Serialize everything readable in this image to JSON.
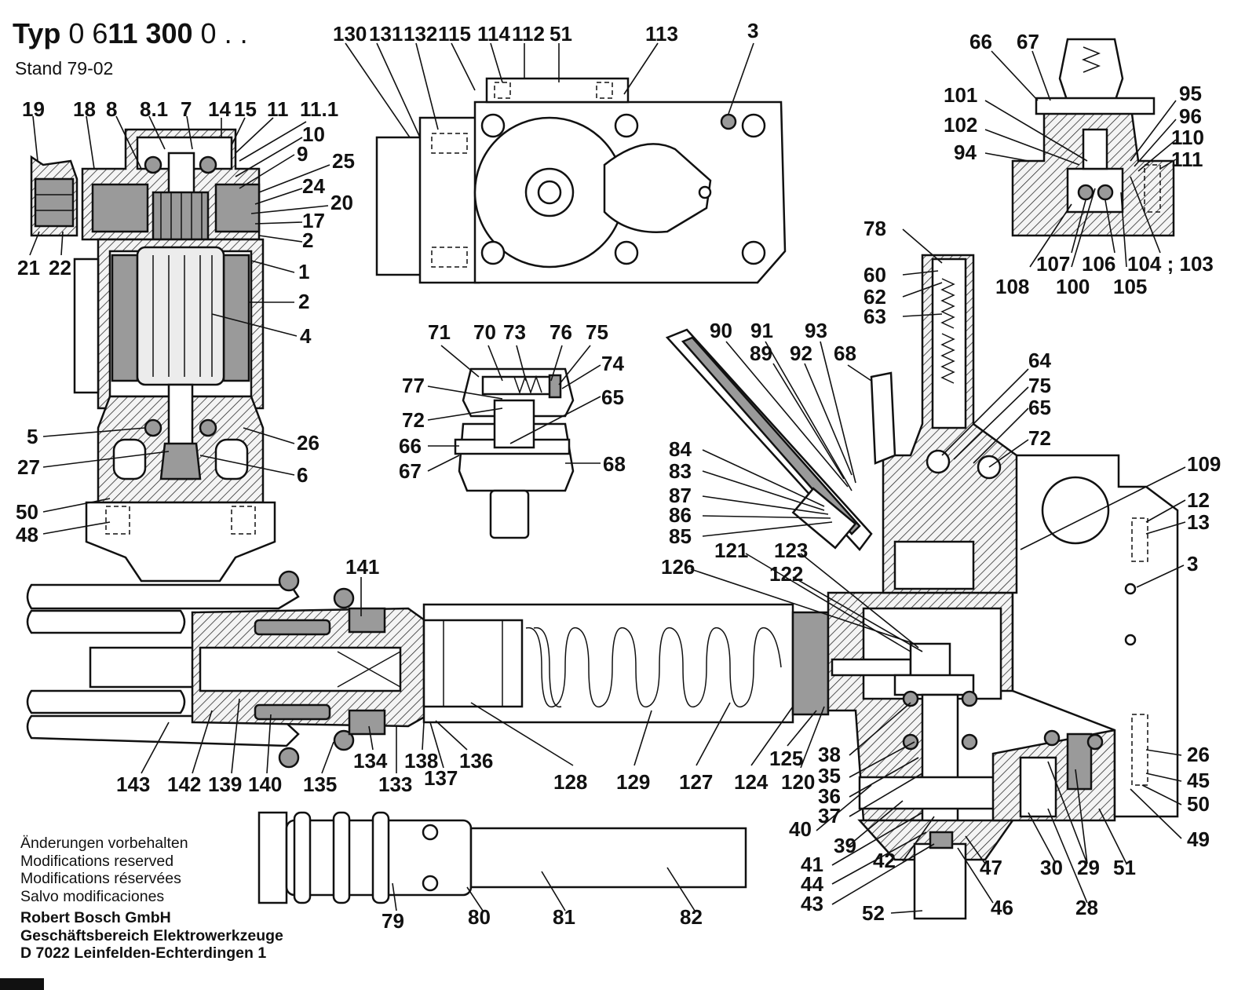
{
  "header": {
    "typ_word": "Typ",
    "typ_code_part1": "0 6",
    "typ_code_part2": "11 300",
    "typ_code_part3": "0 . .",
    "stand": "Stand  79-02"
  },
  "notes": {
    "lines": [
      "Änderungen vorbehalten",
      "Modifications reserved",
      "Modifications réservées",
      "Salvo modificaciones"
    ]
  },
  "company": {
    "lines": [
      "Robert Bosch GmbH",
      "Geschäftsbereich Elektrowerkzeuge",
      "D 7022 Leinfelden-Echterdingen 1"
    ]
  },
  "part_labels": [
    "130",
    "131",
    "132",
    "115",
    "114",
    "112",
    "51",
    "113",
    "3",
    "66",
    "67",
    "101",
    "95",
    "96",
    "102",
    "110",
    "94",
    "111",
    "108",
    "107",
    "100",
    "106",
    "105",
    "104 ; 103",
    "19",
    "18",
    "8",
    "8.1",
    "7",
    "14",
    "15",
    "11",
    "11.1",
    "10",
    "9",
    "25",
    "24",
    "20",
    "17",
    "21",
    "22",
    "2",
    "1",
    "2",
    "4",
    "5",
    "26",
    "27",
    "6",
    "50",
    "48",
    "71",
    "70",
    "73",
    "76",
    "75",
    "74",
    "77",
    "65",
    "72",
    "66",
    "67",
    "68",
    "78",
    "60",
    "62",
    "63",
    "90",
    "91",
    "93",
    "89",
    "92",
    "68",
    "64",
    "75",
    "65",
    "72",
    "84",
    "83",
    "87",
    "86",
    "85",
    "109",
    "12",
    "13",
    "3",
    "141",
    "126",
    "121",
    "123",
    "122",
    "143",
    "142",
    "139",
    "140",
    "135",
    "134",
    "133",
    "138",
    "137",
    "136",
    "128",
    "129",
    "127",
    "124",
    "125",
    "120",
    "38",
    "35",
    "36",
    "37",
    "40",
    "39",
    "41",
    "42",
    "44",
    "43",
    "52",
    "47",
    "46",
    "30",
    "29",
    "51",
    "28",
    "26",
    "45",
    "50",
    "49",
    "79",
    "80",
    "81",
    "82"
  ]
}
